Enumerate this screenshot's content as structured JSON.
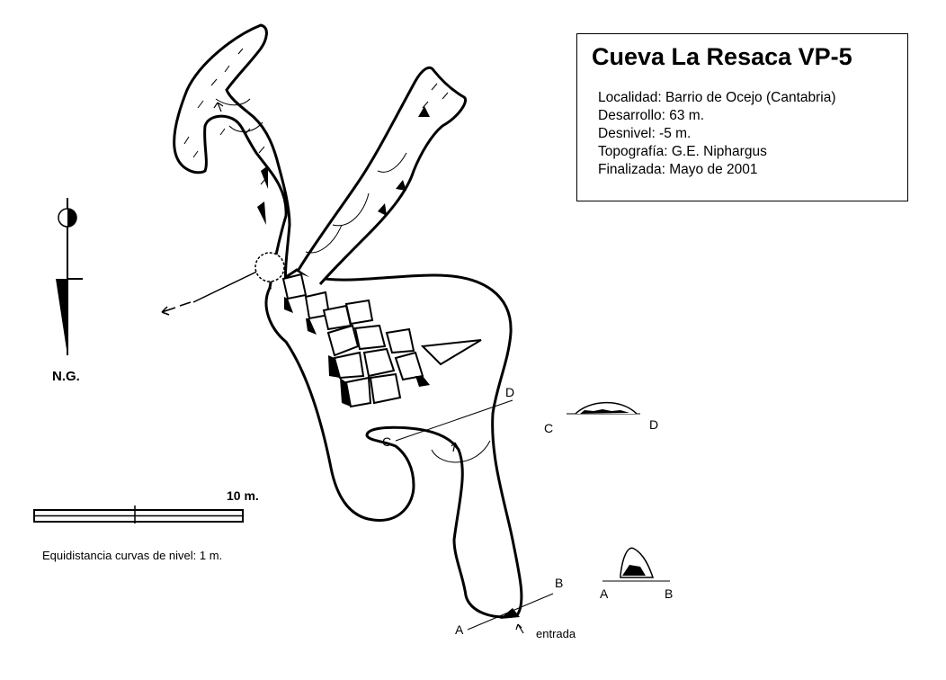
{
  "title": "Cueva La Resaca VP-5",
  "info": {
    "localidad": "Localidad: Barrio de Ocejo (Cantabria)",
    "desarrollo": "Desarrollo: 63 m.",
    "desnivel": "Desnivel: -5 m.",
    "topografia": "Topografía: G.E. Niphargus",
    "finalizada": "Finalizada: Mayo de 2001"
  },
  "north": {
    "label": "N.G."
  },
  "scale": {
    "label": "10 m."
  },
  "contour_note": "Equidistancia curvas de nivel: 1 m.",
  "entrance": {
    "label": "entrada"
  },
  "sections": {
    "a": "A",
    "b": "B",
    "c": "C",
    "d": "D",
    "profile_cd_left": "C",
    "profile_cd_right": "D",
    "profile_ab_left": "A",
    "profile_ab_right": "B"
  }
}
